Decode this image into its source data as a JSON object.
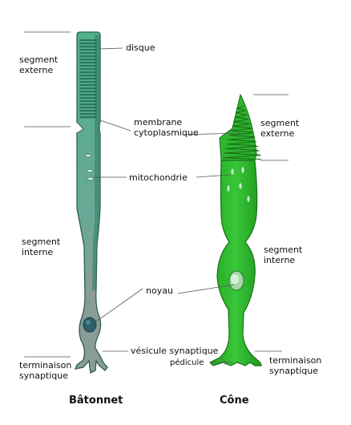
{
  "labels": {
    "rod_outer_segment": "segment\nexterne",
    "rod_inner_segment": "segment\ninterne",
    "rod_terminal": "terminaison\nsynaptique",
    "disc": "disque",
    "membrane": "membrane\ncytoplasmique",
    "mitochondria": "mitochondrie",
    "nucleus": "noyau",
    "vesicle": "vésicule synaptique",
    "pedicle": "pédicule",
    "cone_outer_segment": "segment\nexterne",
    "cone_inner_segment": "segment\ninterne",
    "cone_terminal": "terminaison\nsynaptique"
  },
  "titles": {
    "rod": "Bâtonnet",
    "cone": "Cône"
  },
  "colors": {
    "rod_fill": "#5aa58c",
    "rod_dark": "#2e6f5a",
    "rod_lower": "#7f9a95",
    "cone_fill": "#33b833",
    "cone_dark": "#1d7f1d",
    "leader": "#555555"
  }
}
